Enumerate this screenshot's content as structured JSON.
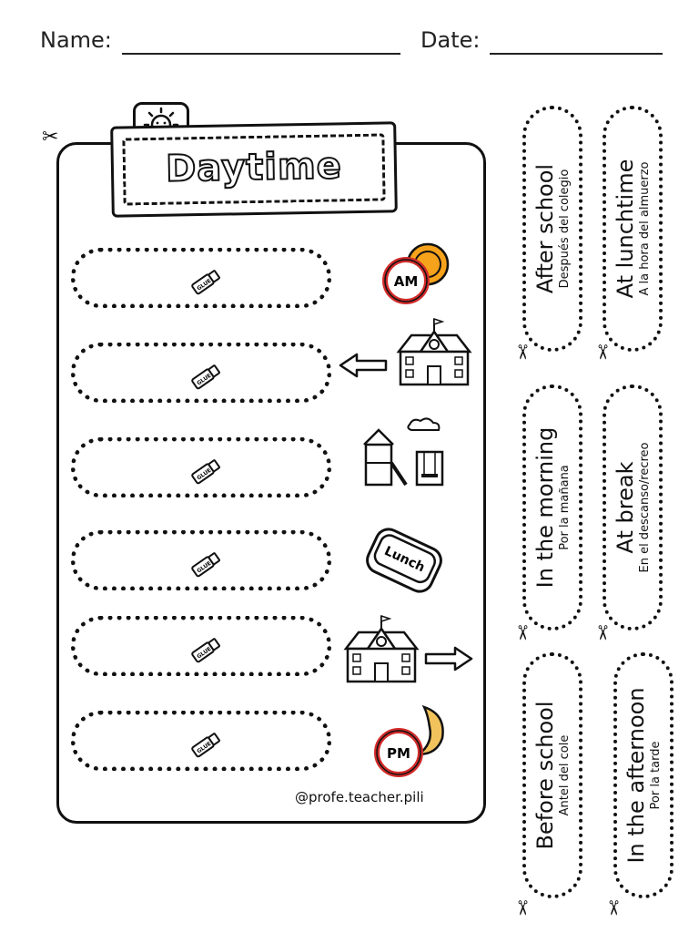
{
  "header": {
    "name_label": "Name:",
    "date_label": "Date:"
  },
  "card": {
    "title": "Daytime",
    "credit": "@profe.teacher.pili",
    "glue_label": "GLUE",
    "am_label": "AM",
    "pm_label": "PM",
    "lunch_label": "Lunch"
  },
  "strips": [
    {
      "main": "After school",
      "sub": "Después del colegio"
    },
    {
      "main": "At lunchtime",
      "sub": "A la hora del almuerzo"
    },
    {
      "main": "In the morning",
      "sub": "Por la mañana"
    },
    {
      "main": "At break",
      "sub": "En el descanso/recreo"
    },
    {
      "main": "Before school",
      "sub": "Antel del cole"
    },
    {
      "main": "In the afternoon",
      "sub": "Por la tarde"
    }
  ],
  "icons": {
    "scissors": "✂",
    "sun": "sun-icon",
    "clock_am": "am-clock-icon",
    "clock_pm": "pm-clock-icon",
    "school": "school-icon",
    "playground": "playground-icon",
    "lunchbox": "lunchbox-icon",
    "arrow_left": "arrow-left-icon",
    "arrow_right": "arrow-right-icon",
    "glue_stick": "glue-stick-icon"
  }
}
